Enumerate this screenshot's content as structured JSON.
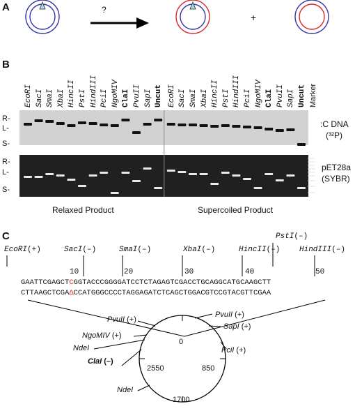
{
  "panel_a": {
    "letter": "A",
    "question": "?",
    "plus": "+"
  },
  "panel_b": {
    "letter": "B",
    "lanes": [
      "EcoRI",
      "SacI",
      "SmaI",
      "XbaI",
      "HincII",
      "PstI",
      "HindIII",
      "PciI",
      "NgoMIV",
      "ClaI",
      "PvuII",
      "SapI",
      "Uncut",
      "EcoRI",
      "SacI",
      "SmaI",
      "XbaI",
      "HincII",
      "PstI",
      "HindIII",
      "PciI",
      "NgoMIV",
      "ClaI",
      "PvuII",
      "SapI",
      "Uncut",
      "Marker"
    ],
    "band_labels": {
      "r": "R-",
      "l": "L-",
      "s": "S-"
    },
    "top_gel_label_1": ":C DNA",
    "top_gel_label_2": "(³²P)",
    "bottom_gel_label_1": "pET28a",
    "bottom_gel_label_2": "(SYBR)",
    "caption_relaxed": "Relaxed Product",
    "caption_supercoiled": "Supercoiled Product"
  },
  "panel_c": {
    "letter": "C",
    "sites_top": [
      {
        "name": "EcoRI",
        "sign": "(+)"
      },
      {
        "name": "SacI",
        "sign": "(–)"
      },
      {
        "name": "SmaI",
        "sign": "(–)"
      },
      {
        "name": "XbaI",
        "sign": "(–)"
      },
      {
        "name": "HincII",
        "sign": "(–)"
      },
      {
        "name": "PstI",
        "sign": "(–)"
      },
      {
        "name": "HindIII",
        "sign": "(–)"
      }
    ],
    "ruler_numbers": [
      "10",
      "20",
      "30",
      "40",
      "50"
    ],
    "seq_top_a": "GAATTCGAGCT",
    "seq_top_b": "C",
    "seq_top_c": "GGTACCCGGGGATCCTCTAGAGTCGACCTGCAGGCATGCAAGCTT",
    "seq_bot_a": "CTTAAGCTCGA",
    "seq_bot_b": "Δ",
    "seq_bot_c": "CCATGGGCCCCTAGGAGATCTCAGCTGGACGTCCGTACGTTCGAA",
    "circle_positions": [
      "0",
      "850",
      "1700",
      "2550"
    ],
    "circle_sites": {
      "pvu_left": {
        "name": "PvuII",
        "sign": "(+)"
      },
      "pvu_right": {
        "name": "PvuII",
        "sign": "(+)"
      },
      "sap": {
        "name": "SapI",
        "sign": "(+)"
      },
      "pci": {
        "name": "PciI",
        "sign": "(+)"
      },
      "ngo": {
        "name": "NgoMIV",
        "sign": "(+)"
      },
      "nde1": {
        "name": "NdeI",
        "sign": ""
      },
      "cla": {
        "name": "ClaI",
        "sign": "(–)"
      },
      "nde2": {
        "name": "NdeI",
        "sign": ""
      }
    }
  }
}
